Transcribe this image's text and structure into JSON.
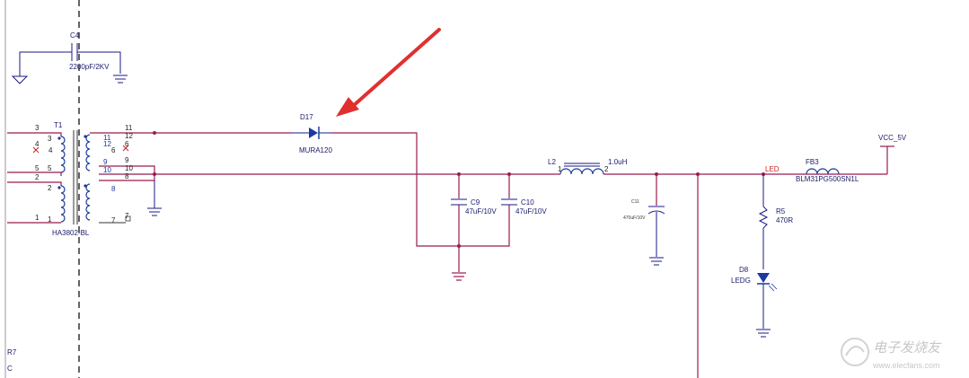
{
  "components": {
    "c4": {
      "ref": "C4",
      "value": "2200pF/2KV"
    },
    "t1": {
      "ref": "T1",
      "value": "HA3802-BL",
      "left_pins": [
        "3",
        "3",
        "4",
        "4",
        "5",
        "5",
        "2",
        "2",
        "1",
        "1"
      ],
      "right_pins": [
        "11",
        "11",
        "12",
        "12",
        "6",
        "6",
        "9",
        "9",
        "10",
        "10",
        "8",
        "8",
        "7",
        "7"
      ]
    },
    "d17": {
      "ref": "D17",
      "value": "MURA120"
    },
    "c9": {
      "ref": "C9",
      "value": "47uF/10V"
    },
    "c10": {
      "ref": "C10",
      "value": "47uF/10V"
    },
    "l2": {
      "ref": "L2",
      "value": "1.0uH",
      "pin1": "1",
      "pin2": "2"
    },
    "c11": {
      "ref": "C11",
      "value": "470uF/10V"
    },
    "fb3": {
      "ref": "FB3",
      "value": "BLM31PG500SN1L"
    },
    "r5": {
      "ref": "R5",
      "value": "470R"
    },
    "d8": {
      "ref": "D8",
      "value": "LEDG"
    }
  },
  "nets": {
    "led": "LED",
    "vcc": "VCC_5V"
  },
  "edge_labels": {
    "r7": "R7",
    "c": "C"
  },
  "annotation": {
    "type": "red-arrow",
    "points_to": "D17"
  },
  "watermark": {
    "cn": "电子发烧友",
    "url": "www.elecfans.com"
  },
  "colors": {
    "wire": "#9b1b4f",
    "component": "#1a3a9a",
    "arrow": "#e03030",
    "net_label": "#d02020"
  }
}
